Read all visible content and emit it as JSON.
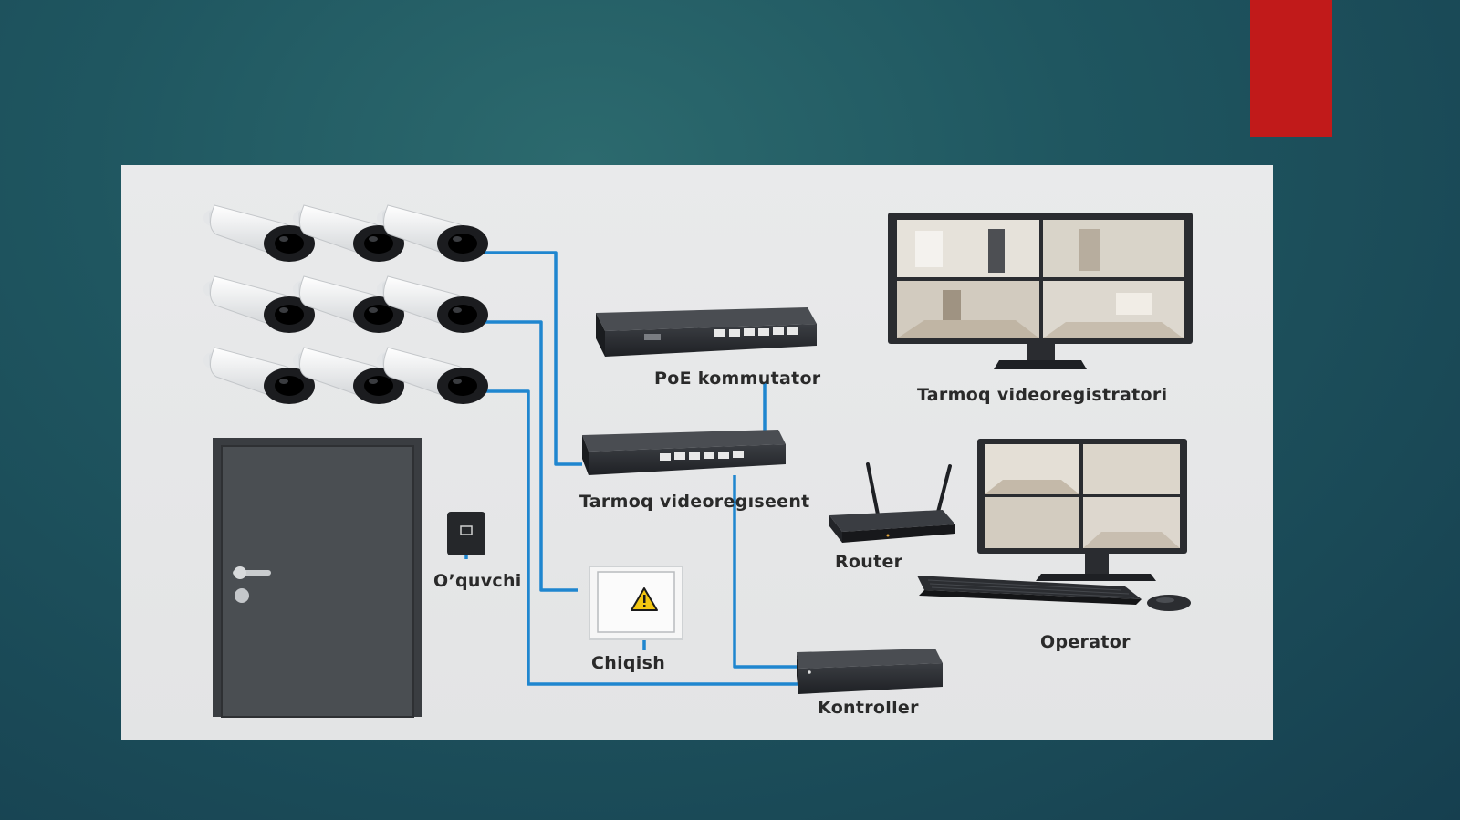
{
  "labels": {
    "poe_switch": "PoE kommutator",
    "nvr_monitor": "Tarmoq videoregistratori",
    "nvr_device": "Tarmoq videoregıseent",
    "router": "Router",
    "reader": "O’quvchi",
    "exit": "Chiqish",
    "operator": "Operator",
    "controller": "Kontroller"
  },
  "colors": {
    "background": "#1f5660",
    "accent": "#c11a1a",
    "cable": "#1f86cf",
    "panel": "#e6e7e8",
    "device": "#2b2d31",
    "door": "#4a4e52"
  },
  "icons": {
    "camera": "bullet-camera-icon",
    "switch": "network-switch-icon",
    "monitor": "monitor-icon",
    "router": "router-icon",
    "door": "door-icon",
    "reader": "card-reader-icon",
    "exit": "warning-icon",
    "keyboard": "keyboard-icon",
    "mouse": "mouse-icon",
    "controller": "controller-box-icon"
  }
}
